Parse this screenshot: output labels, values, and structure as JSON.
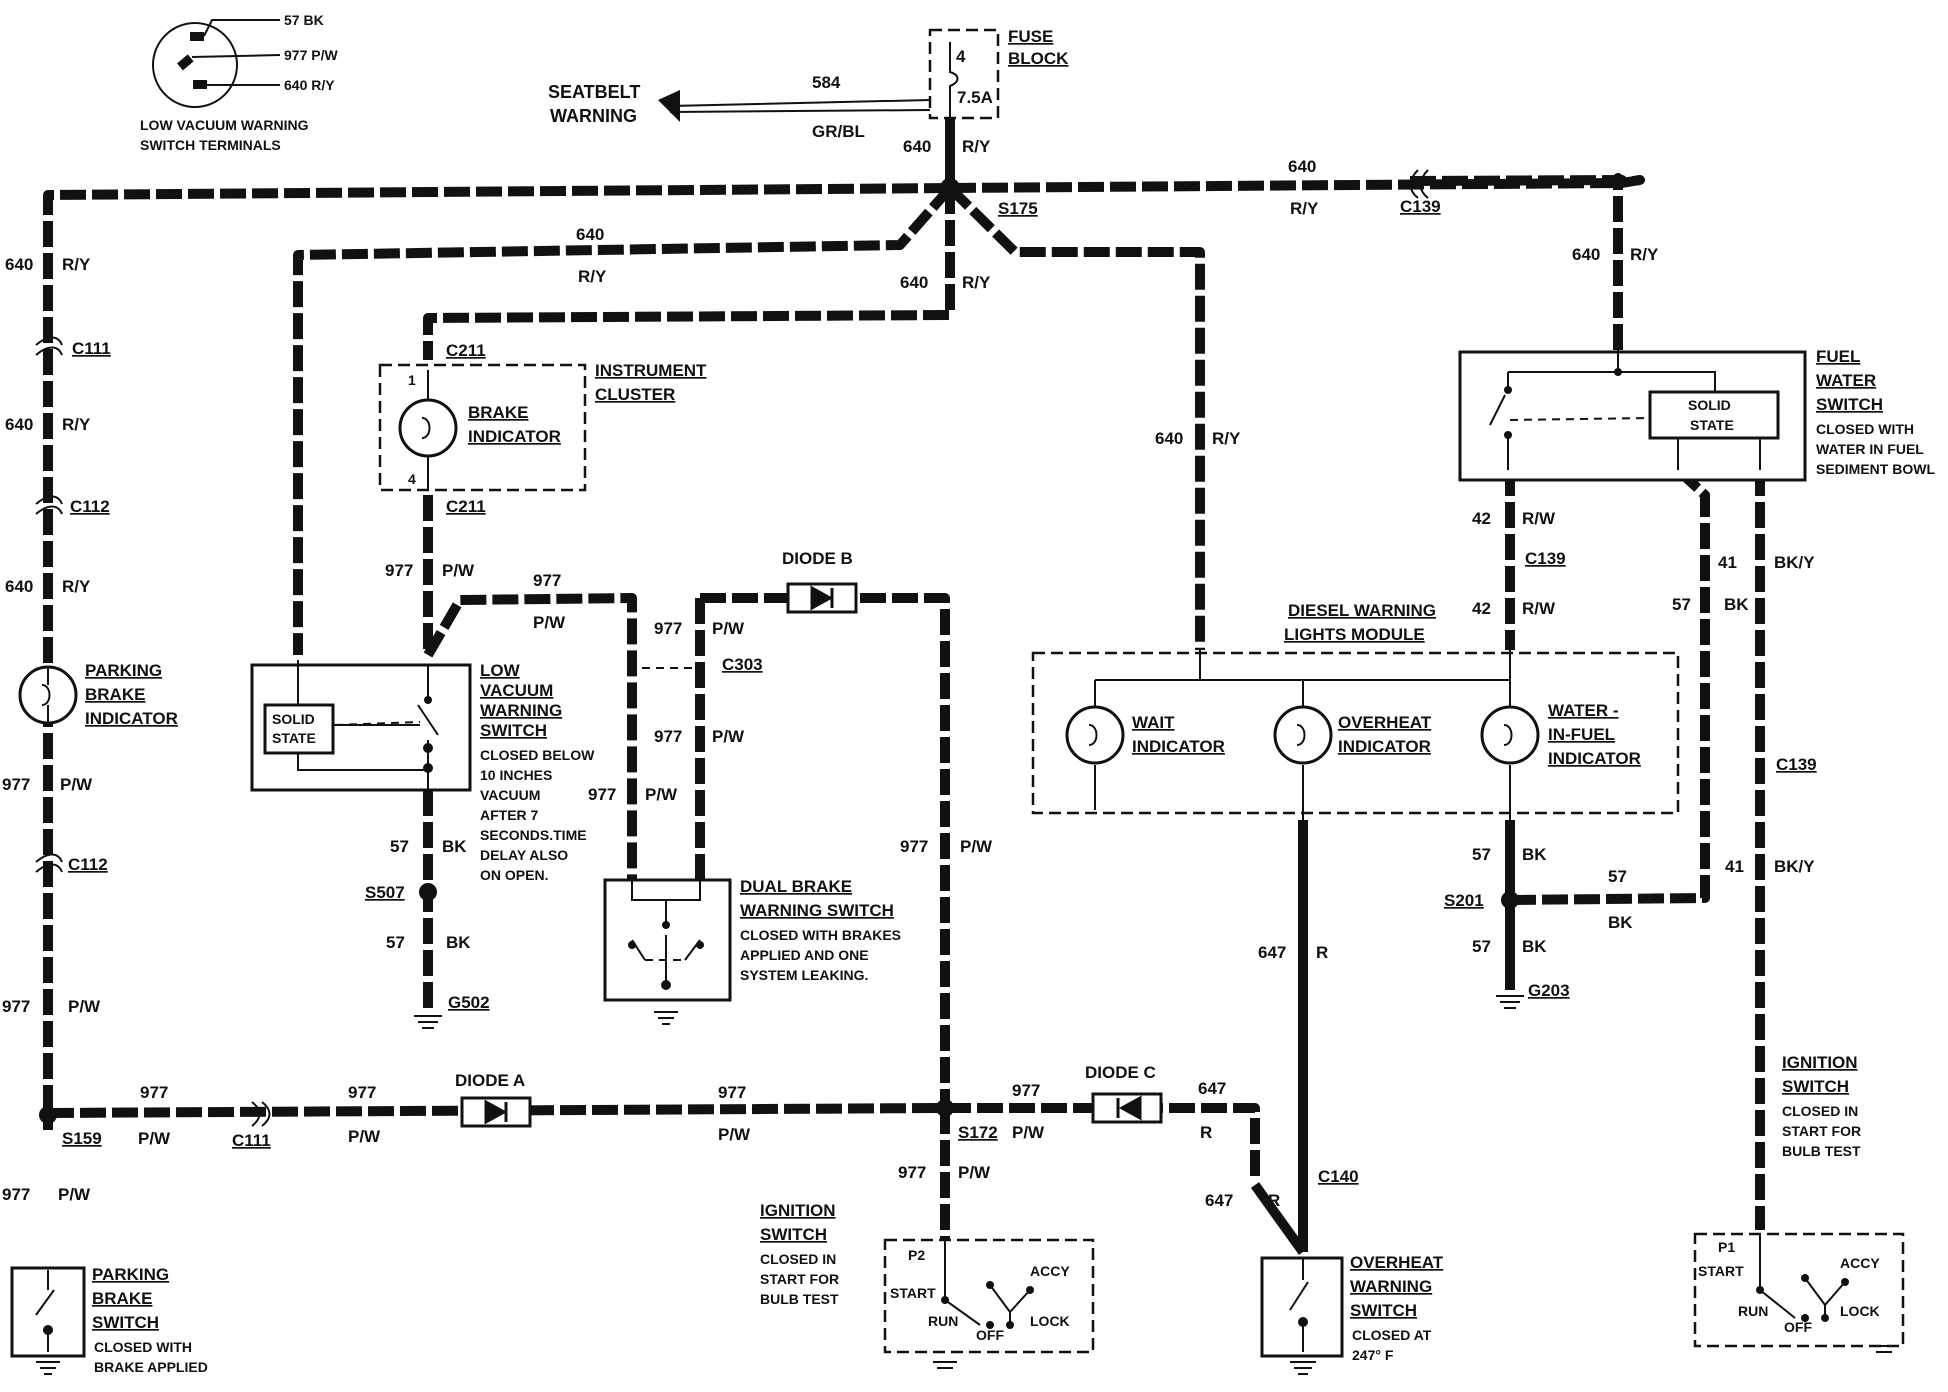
{
  "terminals": {
    "t1": "57 BK",
    "t2": "977 P/W",
    "t3": "640 R/Y",
    "caption1": "LOW VACUUM WARNING",
    "caption2": "SWITCH TERMINALS"
  },
  "fuse": {
    "label1": "FUSE",
    "label2": "BLOCK",
    "pin_top": "4",
    "rating": "7.5A"
  },
  "seatbelt": {
    "line1": "SEATBELT",
    "line2": "WARNING",
    "circuit": "584",
    "color": "GR/BL"
  },
  "splices": {
    "s175": "S175",
    "s159": "S159",
    "s172": "S172",
    "s507": "S507",
    "s201": "S201"
  },
  "connectors": {
    "c139": "C139",
    "c111": "C111",
    "c112": "C112",
    "c211": "C211",
    "c303": "C303",
    "c140": "C140"
  },
  "grounds": {
    "g502": "G502",
    "g203": "G203"
  },
  "wire_labels": {
    "n640": "640",
    "ry": "R/Y",
    "n977": "977",
    "pw": "P/W",
    "n57": "57",
    "bk": "BK",
    "n42": "42",
    "rw": "R/W",
    "n41": "41",
    "bky": "BK/Y",
    "n647": "647",
    "r": "R"
  },
  "components": {
    "parking_brake_indicator": [
      "PARKING",
      "BRAKE",
      "INDICATOR"
    ],
    "instrument_cluster": [
      "INSTRUMENT",
      "CLUSTER"
    ],
    "brake_indicator": [
      "BRAKE",
      "INDICATOR"
    ],
    "pin1": "1",
    "pin4": "4",
    "low_vacuum_switch": [
      "LOW",
      "VACUUM",
      "WARNING",
      "SWITCH"
    ],
    "low_vacuum_note": [
      "CLOSED BELOW",
      "10 INCHES",
      "VACUUM",
      "AFTER 7",
      "SECONDS.TIME",
      "DELAY ALSO",
      "ON OPEN."
    ],
    "solid_state": [
      "SOLID",
      "STATE"
    ],
    "diode_a": "DIODE A",
    "diode_b": "DIODE B",
    "diode_c": "DIODE C",
    "dual_brake": [
      "DUAL BRAKE",
      "WARNING SWITCH"
    ],
    "dual_brake_note": [
      "CLOSED WITH BRAKES",
      "APPLIED AND ONE",
      "SYSTEM LEAKING."
    ],
    "diesel_module": [
      "DIESEL WARNING",
      "LIGHTS MODULE"
    ],
    "wait": [
      "WAIT",
      "INDICATOR"
    ],
    "overheat": [
      "OVERHEAT",
      "INDICATOR"
    ],
    "water": [
      "WATER -",
      "IN-FUEL",
      "INDICATOR"
    ],
    "fuel_water": [
      "FUEL",
      "WATER",
      "SWITCH"
    ],
    "fuel_water_note": [
      "CLOSED WITH",
      "WATER IN FUEL",
      "SEDIMENT BOWL"
    ],
    "ignition": [
      "IGNITION",
      "SWITCH"
    ],
    "ignition_note": [
      "CLOSED IN",
      "START FOR",
      "BULB TEST"
    ],
    "p2": "P2",
    "p1": "P1",
    "start": "START",
    "run": "RUN",
    "off": "OFF",
    "lock": "LOCK",
    "accy": "ACCY",
    "overheat_switch": [
      "OVERHEAT",
      "WARNING",
      "SWITCH"
    ],
    "overheat_switch_note": [
      "CLOSED AT",
      "247° F"
    ],
    "parking_switch": [
      "PARKING",
      "BRAKE",
      "SWITCH"
    ],
    "parking_switch_note": [
      "CLOSED WITH",
      "BRAKE APPLIED"
    ]
  }
}
